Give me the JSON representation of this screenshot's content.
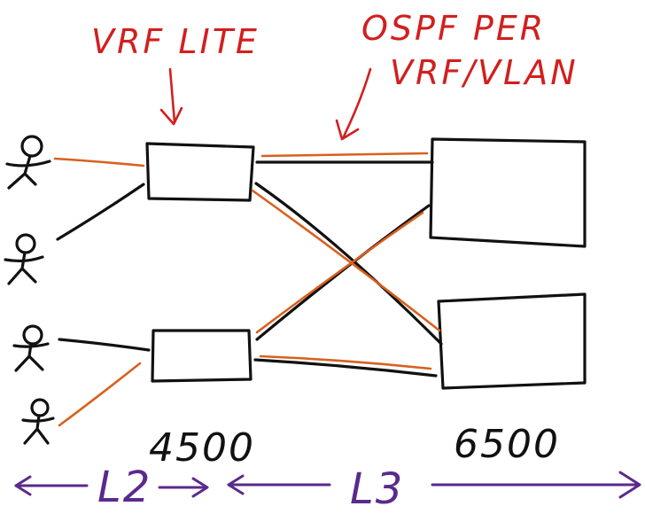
{
  "annotations": {
    "vrf_lite": "VRF LITE",
    "ospf_line1": "OSPF PER",
    "ospf_line2": "VRF/VLAN"
  },
  "devices": {
    "access_label": "4500",
    "core_label": "6500"
  },
  "layers": {
    "l2_label": "L2",
    "l3_label": "L3"
  },
  "colors": {
    "annotation": "#d21f1f",
    "vrf_link": "#d9601e",
    "default_link": "#111111",
    "layer_arrows": "#5a2a8c"
  },
  "icons": {
    "user": "stick-figure-icon",
    "switch": "rectangle-box"
  }
}
